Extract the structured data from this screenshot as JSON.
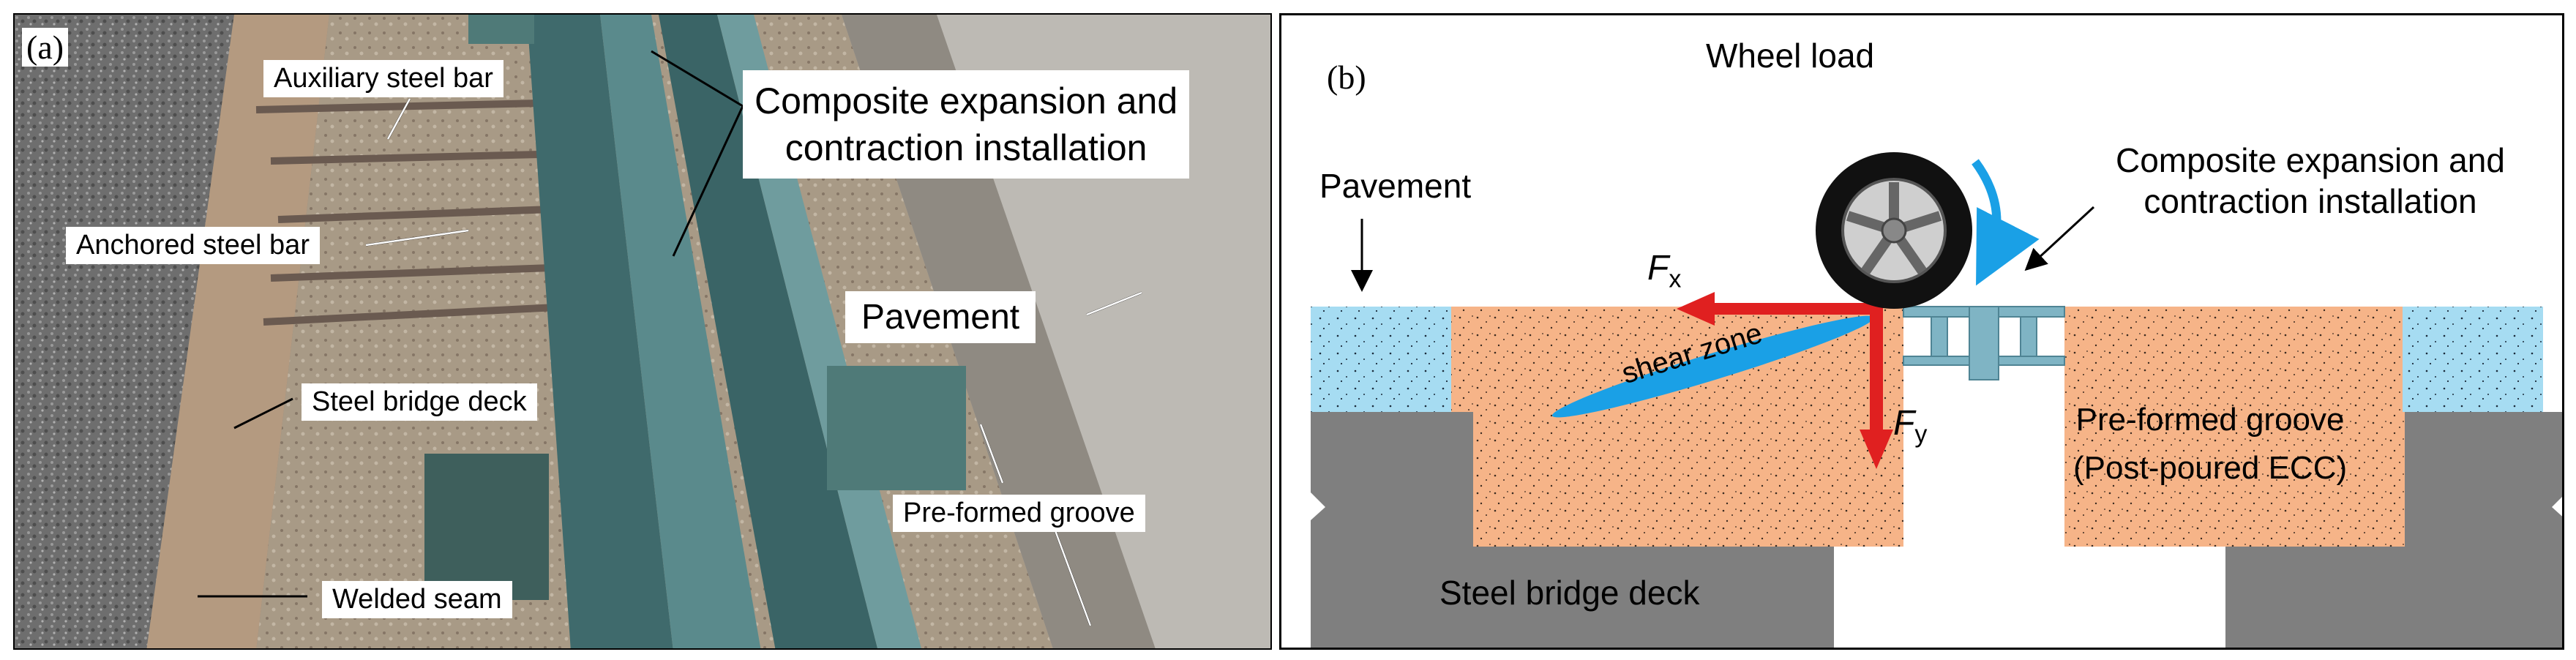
{
  "panel_a": {
    "tag": "(a)",
    "labels": {
      "auxiliary": "Auxiliary steel bar",
      "composite_line1": "Composite expansion and",
      "composite_line2": "contraction installation",
      "anchored": "Anchored steel bar",
      "pavement": "Pavement",
      "steel_deck": "Steel bridge deck",
      "groove": "Pre-formed groove",
      "welded": "Welded seam"
    }
  },
  "panel_b": {
    "tag": "(b)",
    "wheel_load": "Wheel load",
    "pavement": "Pavement",
    "composite_line1": "Composite expansion and",
    "composite_line2": "contraction installation",
    "fx": "F",
    "fx_sub": "x",
    "fy": "F",
    "fy_sub": "y",
    "shear_zone": "shear zone",
    "groove_line1": "Pre-formed groove",
    "groove_line2": "(Post-poured ECC)",
    "steel_deck": "Steel bridge deck"
  },
  "colors": {
    "pavement_blue": "#a6dcf2",
    "ecc_orange": "#f6b488",
    "steel_gray": "#7f7f7f",
    "force_red": "#e02020",
    "shear_blue": "#1aa0e6",
    "joint_steel": "#7fb4c4"
  }
}
